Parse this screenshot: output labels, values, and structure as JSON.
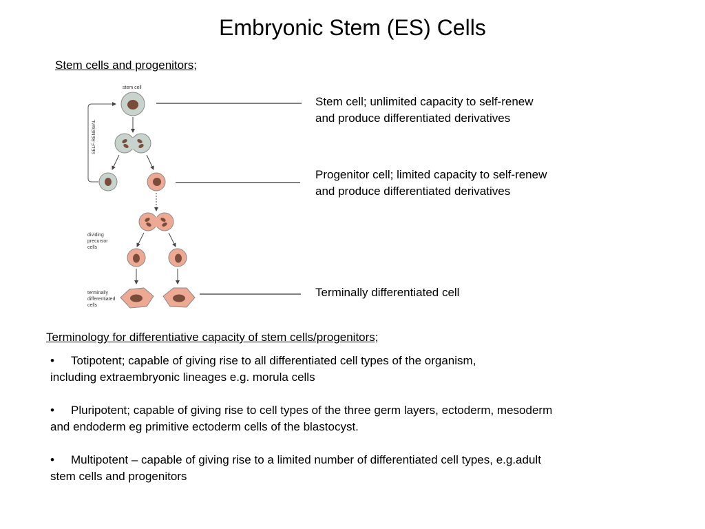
{
  "title": "Embryonic Stem (ES) Cells",
  "section1_heading": "Stem cells and progenitors;",
  "diagram": {
    "stem_cell_label": "stem cell",
    "self_renewal_label": "SELF-RENEWAL",
    "dividing_label": [
      "dividing",
      "precursor",
      "cells"
    ],
    "terminal_label": [
      "terminally",
      "differentiated",
      "cells"
    ],
    "colors": {
      "stem_fill": "#c9d3cd",
      "progenitor_fill": "#eda993",
      "nucleus": "#7a4d3a",
      "outline": "#8a8a8a"
    }
  },
  "descriptions": [
    {
      "lines": [
        "Stem cell; unlimited capacity to self-renew",
        "and produce differentiated derivatives"
      ]
    },
    {
      "lines": [
        "Progenitor cell; limited capacity to self-renew",
        "and produce differentiated derivatives"
      ]
    },
    {
      "lines": [
        "Terminally differentiated cell"
      ]
    }
  ],
  "section2_heading": "Terminology for differentiative capacity of stem cells/progenitors;",
  "bullets": [
    {
      "lines": [
        "Totipotent; capable of giving rise to all differentiated cell types of the organism,",
        "including extraembryonic lineages e.g. morula cells"
      ]
    },
    {
      "lines": [
        "Pluripotent; capable of giving rise to cell types of the three germ layers, ectoderm, mesoderm",
        "and endoderm eg primitive ectoderm cells of the blastocyst."
      ]
    },
    {
      "lines": [
        "Multipotent – capable of giving rise to a limited number of differentiated cell types, e.g.adult",
        "stem cells and progenitors"
      ]
    }
  ],
  "bullet_symbol": "•"
}
